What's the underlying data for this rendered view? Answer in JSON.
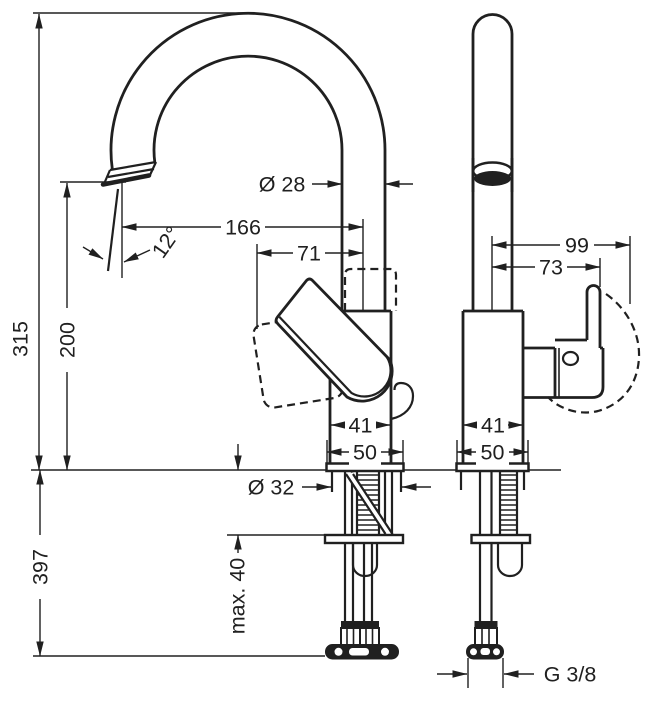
{
  "drawing": {
    "type": "faucet-installation-dimension-drawing",
    "background": "#ffffff",
    "ink_color": "#202020",
    "views": [
      "front-view-with-swivel-spout",
      "side-view-with-lever-handle"
    ],
    "dimensions": {
      "total_height": "315",
      "spout_height": "200",
      "under_deck_length": "397",
      "spout_reach": "166",
      "handle_projection_front": "71",
      "spout_angle": "12°",
      "spout_diameter": "Ø 28",
      "hole_diameter": "Ø 32",
      "body_width": "41",
      "base_width": "50",
      "handle_reach_side": "99",
      "handle_offset_side": "73",
      "max_deck_thickness": "max. 40",
      "connection_thread": "G 3/8"
    }
  }
}
